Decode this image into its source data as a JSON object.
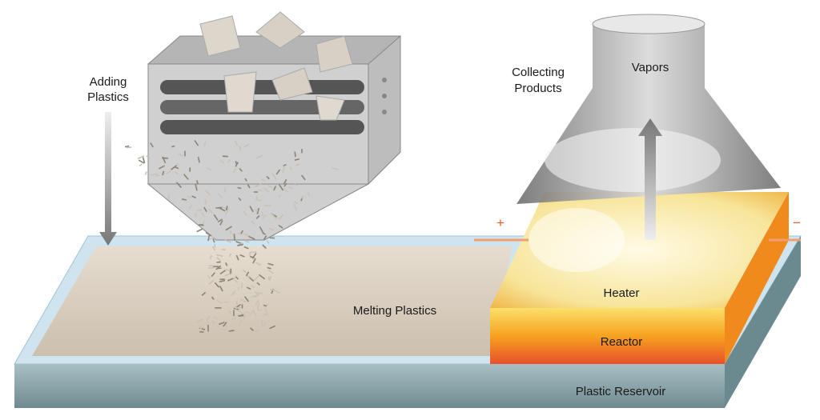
{
  "labels": {
    "adding_plastics_line1": "Adding",
    "adding_plastics_line2": "Plastics",
    "collecting_products_line1": "Collecting",
    "collecting_products_line2": "Products",
    "vapors": "Vapors",
    "heater": "Heater",
    "reactor": "Reactor",
    "melting_plastics": "Melting Plastics",
    "plastic_reservoir": "Plastic Reservoir",
    "plus": "+",
    "minus": "−"
  },
  "colors": {
    "reservoir_top": "#cfe4ee",
    "melt": "#d9cfc2",
    "reservoir_front": "#8fa9ae",
    "heater": "#f6e7a0",
    "reactor": "#f5a623",
    "electrode": "#f0a070",
    "hopper": "#c8c8c8",
    "hood": "#9a9a9a"
  }
}
